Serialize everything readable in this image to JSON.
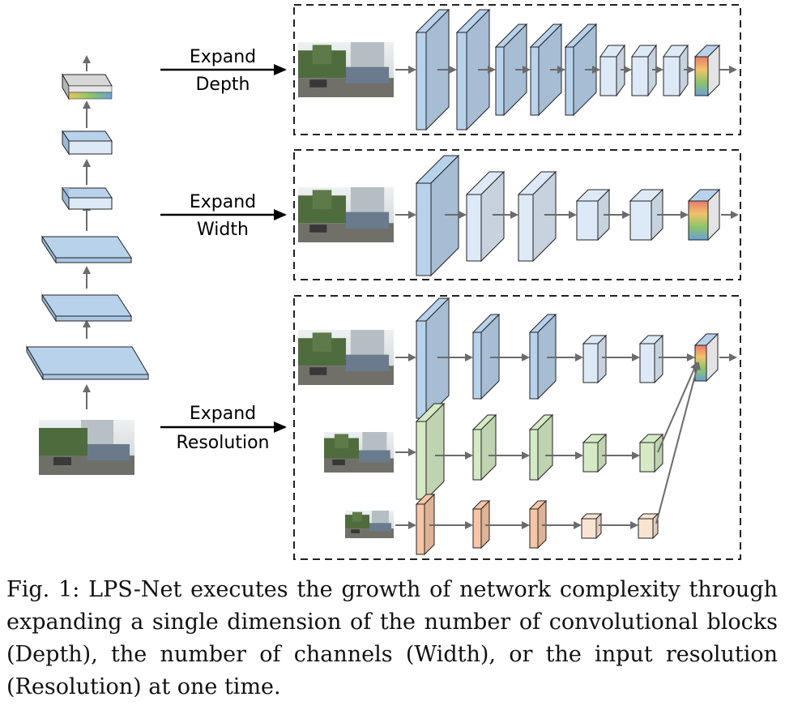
{
  "labels": {
    "depth_line1": "Expand",
    "depth_line2": "Depth",
    "width_line1": "Expand",
    "width_line2": "Width",
    "res_line1": "Expand",
    "res_line2": "Resolution"
  },
  "caption": "Fig. 1: LPS-Net executes the growth of network complexity through expanding a single dimension of the number of convolutional blocks (Depth), the number of channels (Width), or the input resolution (Resolution) at one time.",
  "colors": {
    "blue": "#b8d2ec",
    "light_blue": "#dde9f7",
    "green": "#d5eac4",
    "orange": "#f6c6a6",
    "light_orange": "#fbe3d2",
    "arrow": "#6b6b6b",
    "border": "#222222"
  },
  "icons": {
    "photo": "street-scene-photo",
    "conv_block": "conv-block",
    "output": "output-block"
  }
}
